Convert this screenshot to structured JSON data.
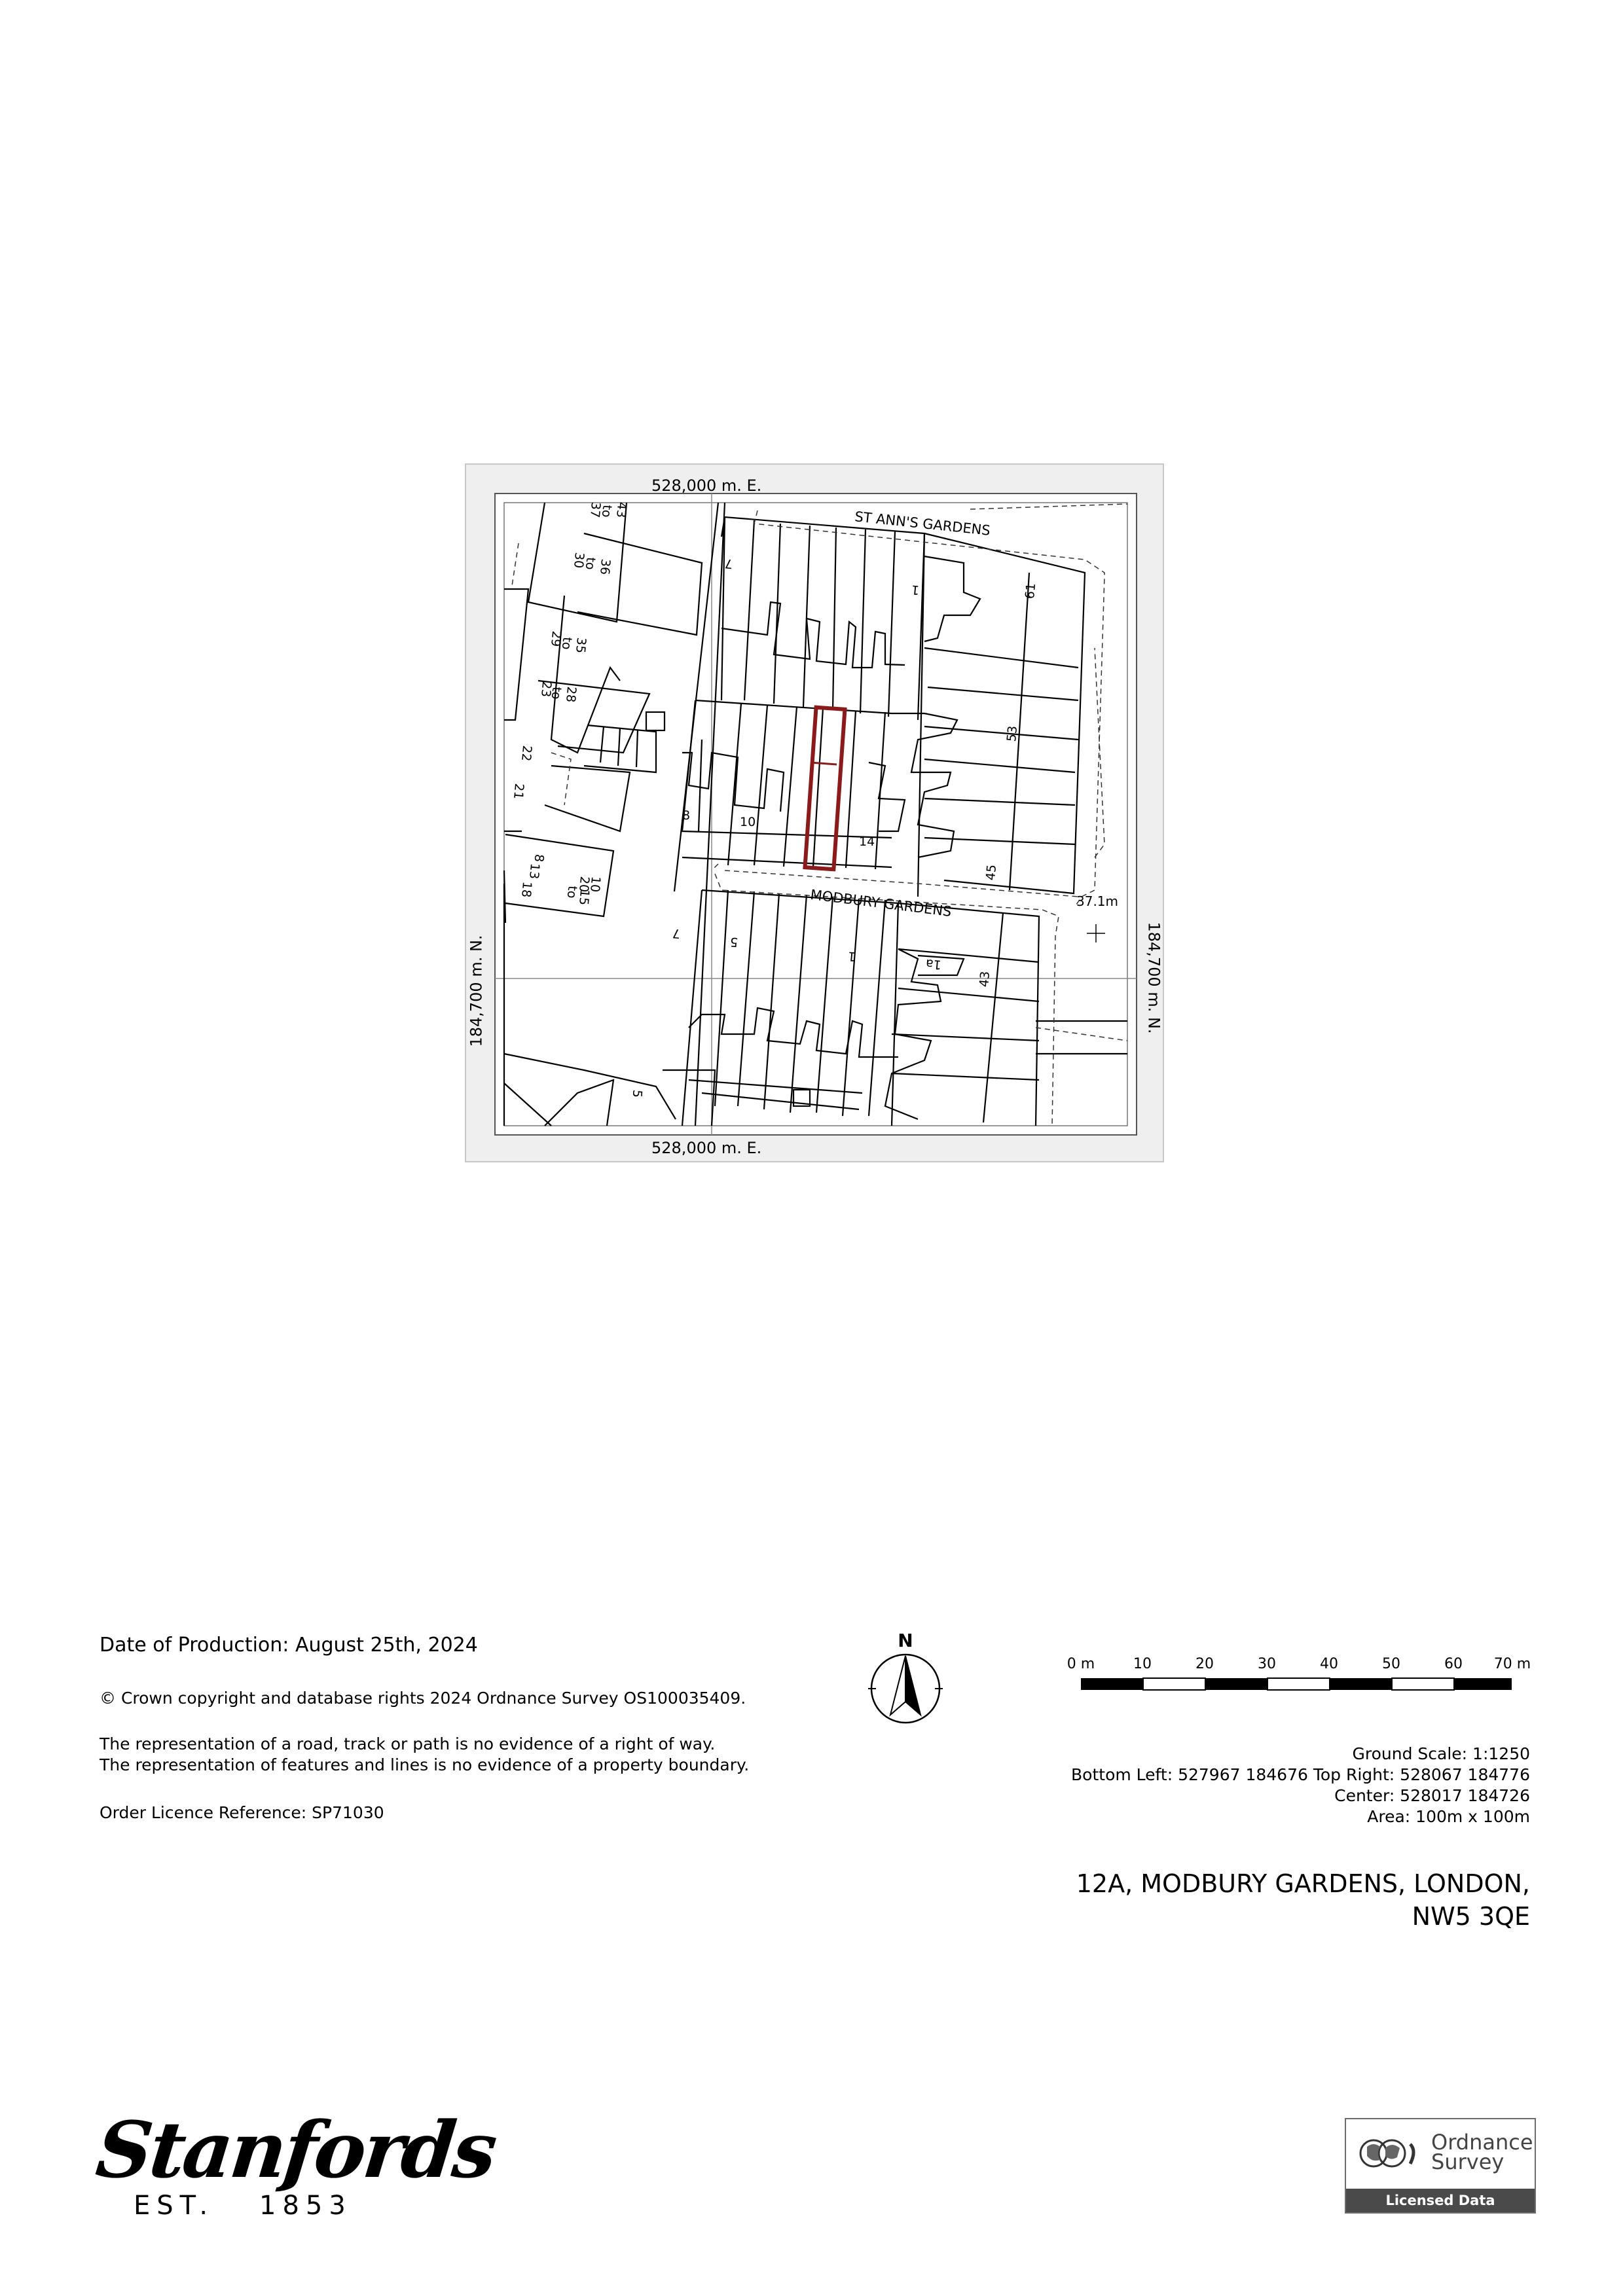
{
  "map": {
    "coord_top": "528,000 m. E.",
    "coord_bottom": "528,000 m. E.",
    "coord_left": "184,700 m. N.",
    "coord_right": "184,700 m. N.",
    "streets": [
      "ST ANN'S GARDENS",
      "MODBURY GARDENS"
    ],
    "spot_height": "37.1m",
    "house_numbers": [
      "43",
      "37",
      "to",
      "36",
      "30",
      "to",
      "29",
      "35",
      "to",
      "23",
      "28",
      "to",
      "22",
      "21",
      "8",
      "13",
      "18",
      "to",
      "20",
      "15",
      "10",
      "7",
      "1",
      "61",
      "53",
      "8",
      "10",
      "14",
      "45",
      "7",
      "5",
      "1",
      "1a",
      "43",
      "5"
    ],
    "highlight_color": "#8b1a1a"
  },
  "info": {
    "date": "Date of Production: August 25th, 2024",
    "copyright": "© Crown copyright and database rights 2024 Ordnance Survey OS100035409.",
    "disclaimer_1": "The representation of a road, track or path is no evidence of a right of way.",
    "disclaimer_2": "The representation of features and lines is no evidence of a property boundary.",
    "licence": "Order Licence Reference:  SP71030"
  },
  "north": {
    "label": "N",
    "icon": "north-arrow-icon"
  },
  "scalebar": {
    "labels": [
      "0 m",
      "10",
      "20",
      "30",
      "40",
      "50",
      "60",
      "70 m"
    ]
  },
  "scale_info": {
    "ground_scale": "Ground Scale: 1:1250",
    "corners": "Bottom Left: 527967 184676 Top Right: 528067 184776",
    "center": "Center: 528017 184726",
    "area": "Area: 100m x 100m"
  },
  "address": {
    "line1": "12A, MODBURY GARDENS, LONDON,",
    "line2": "NW5 3QE"
  },
  "branding": {
    "stanfords": "Stanfords",
    "est": "EST.",
    "year": "1853",
    "os_name_1": "Ordnance",
    "os_name_2": "Survey",
    "os_badge": "Licensed Data"
  }
}
